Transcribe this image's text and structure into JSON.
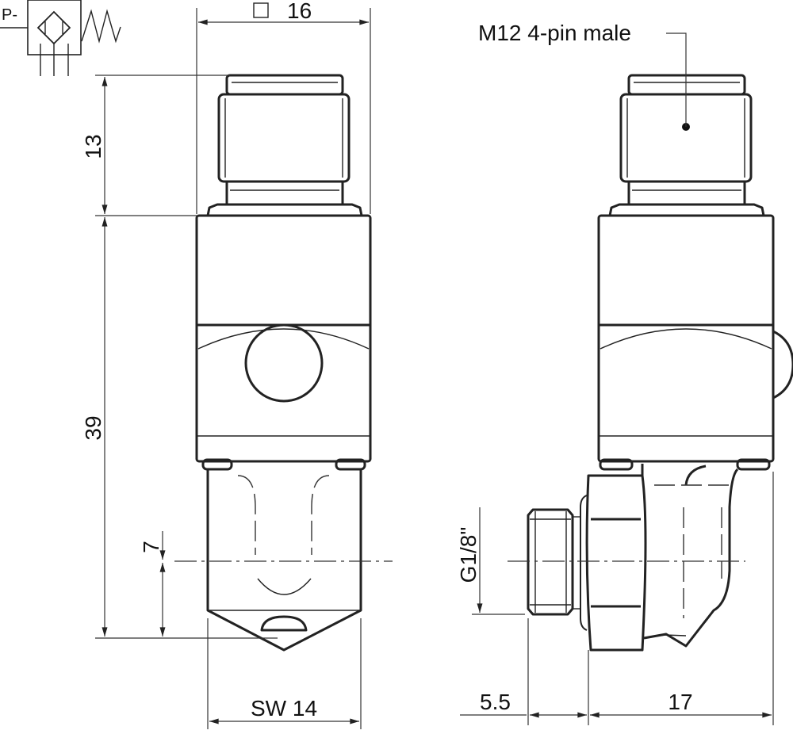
{
  "symbol": {
    "port_label": "P-"
  },
  "dimensions": {
    "width_square": "16",
    "connector_height": "13",
    "body_height": "39",
    "port_offset": "7",
    "wrench_size": "SW  14",
    "thread": "G1/8\"",
    "thread_length": "5.5",
    "side_depth": "17"
  },
  "callouts": {
    "connector": "M12 4-pin male"
  },
  "colors": {
    "line": "#222222",
    "background": "#ffffff"
  }
}
